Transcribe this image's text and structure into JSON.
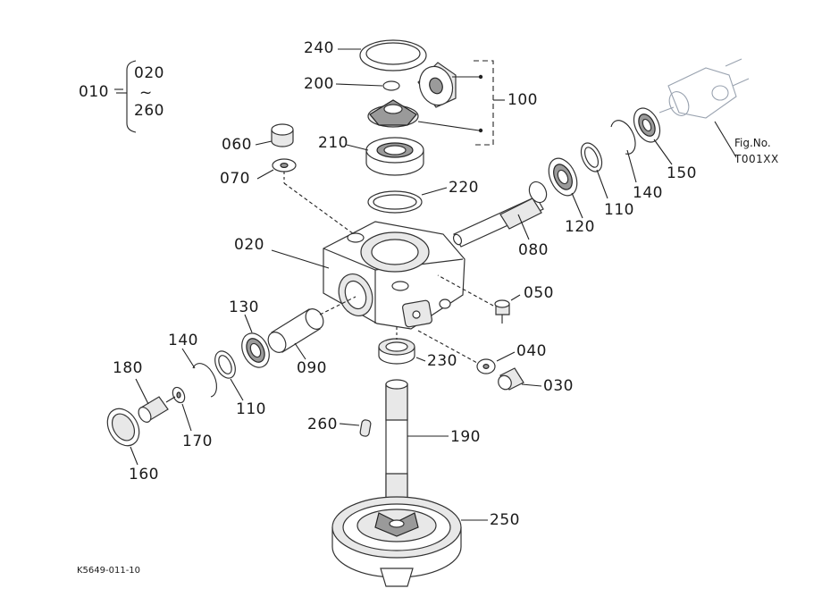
{
  "labels": {
    "p010": "010",
    "p020_top": "020",
    "tilde": "~",
    "p260_top": "260",
    "p240": "240",
    "p200": "200",
    "p100": "100",
    "p060": "060",
    "p210": "210",
    "p070": "070",
    "p220": "220",
    "p020": "020",
    "p050": "050",
    "p080": "080",
    "p120": "120",
    "p110_right": "110",
    "p140_right": "140",
    "p150": "150",
    "p130": "130",
    "p140_left": "140",
    "p180": "180",
    "p090": "090",
    "p110_left": "110",
    "p170": "170",
    "p160": "160",
    "p230": "230",
    "p040": "040",
    "p030": "030",
    "p260": "260",
    "p190": "190",
    "p250": "250"
  },
  "reference": {
    "fig_label": "Fig.No.",
    "fig_code": "T001XX"
  },
  "footer": {
    "code": "K5649-011-10"
  }
}
